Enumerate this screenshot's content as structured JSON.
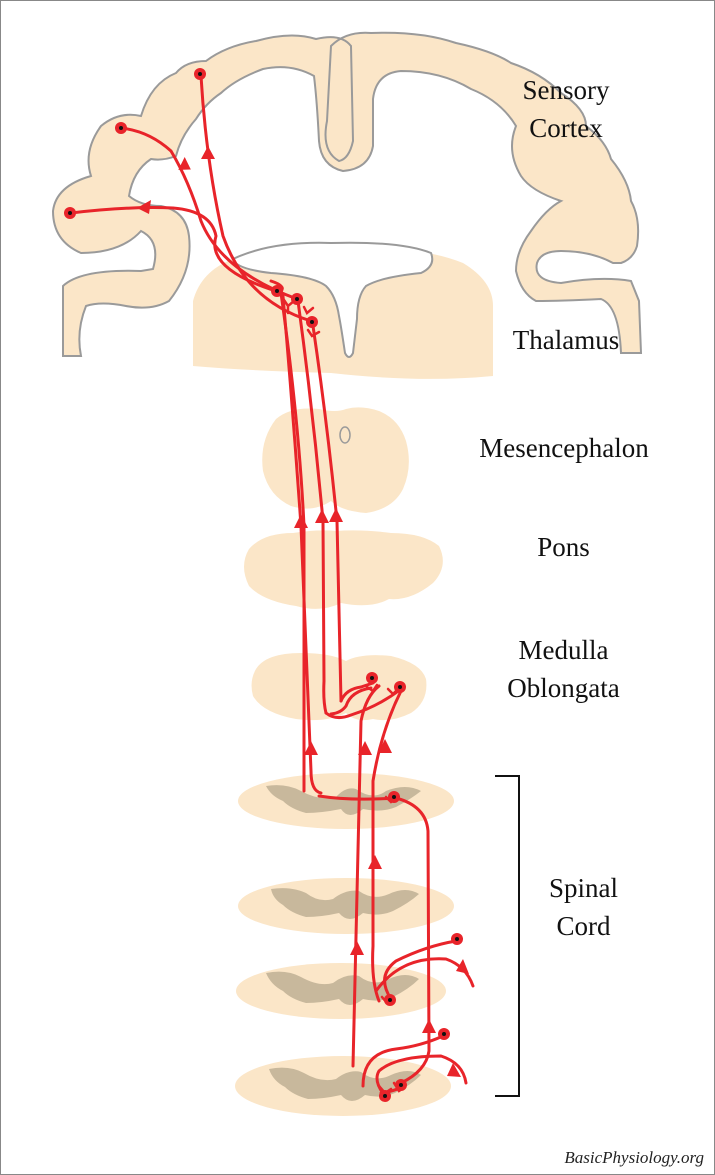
{
  "labels": {
    "sensory_cortex": [
      "Sensory",
      "Cortex"
    ],
    "thalamus": "Thalamus",
    "mesencephalon": "Mesencephalon",
    "pons": "Pons",
    "medulla_oblongata": [
      "Medulla",
      "Oblongata"
    ],
    "spinal_cord": [
      "Spinal",
      "Cord"
    ]
  },
  "credit": "BasicPhysiology.org",
  "colors": {
    "tissue": "#fbe6c8",
    "tissue_outline": "#9a9a9a",
    "gray_matter": "#c8b89c",
    "pathway": "#e8242a",
    "soma_dot": "#111111",
    "bracket": "#111111"
  }
}
